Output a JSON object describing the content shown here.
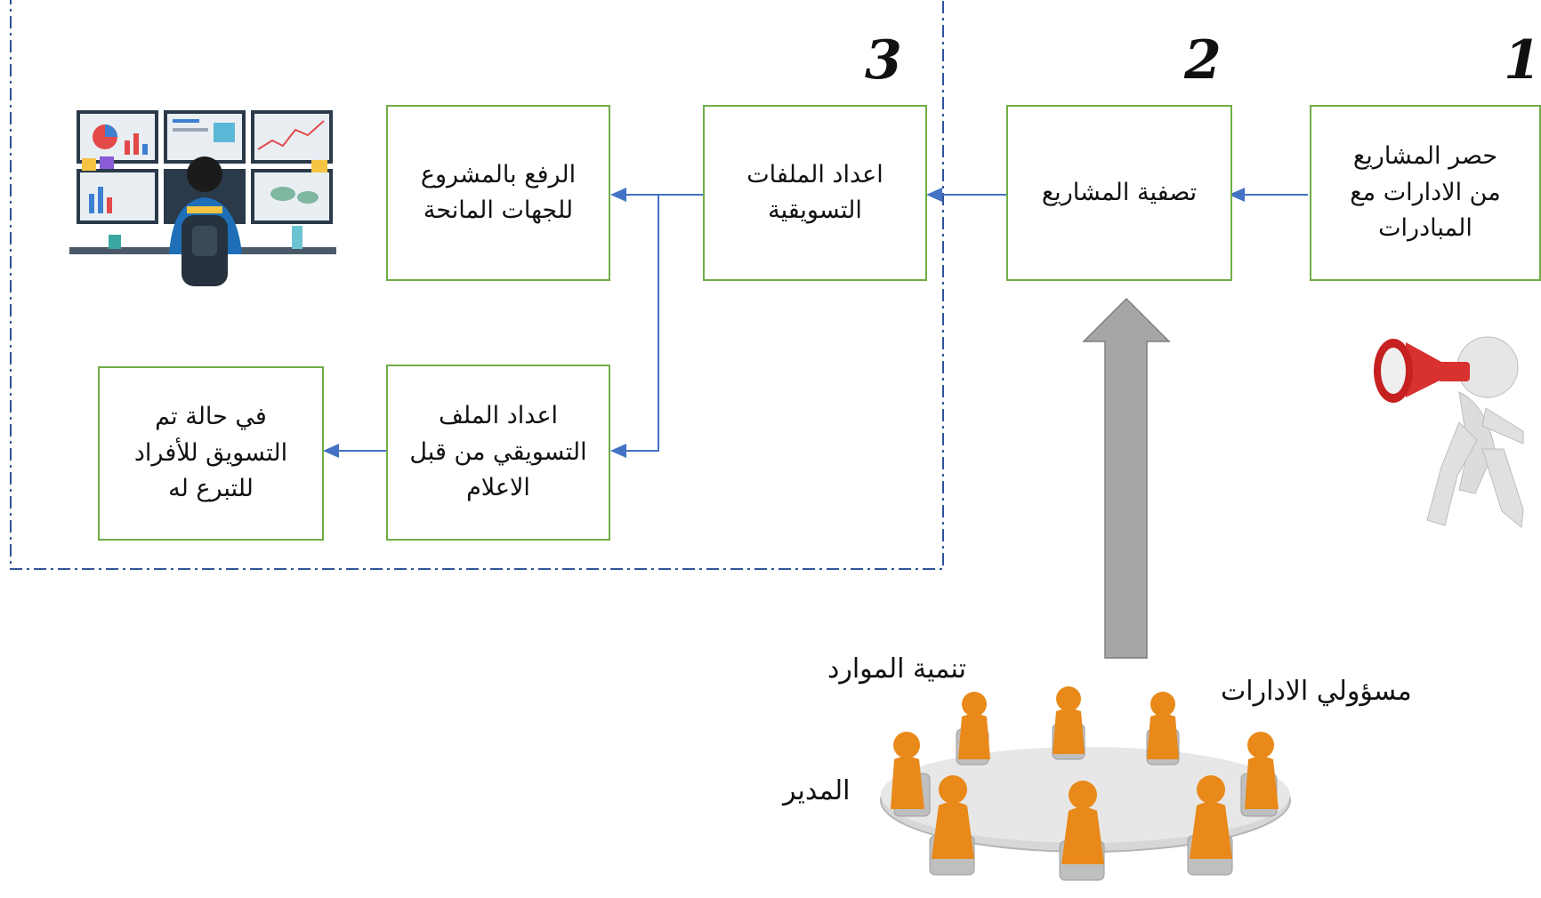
{
  "steps": [
    {
      "number": "1",
      "box_text": "حصر المشاريع\nمن الادارات مع\nالمبادرات"
    },
    {
      "number": "2",
      "box_text": "تصفية المشاريع"
    },
    {
      "number": "3",
      "box_text": "اعداد الملفات\nالتسويقية"
    }
  ],
  "phase3": {
    "grantors_box": "الرفع بالمشروع\nللجهات المانحة",
    "media_box": "اعداد الملف\nالتسويقي من قبل\nالاعلام",
    "individuals_box": "في حالة تم\nالتسويق للأفراد\nللتبرع له"
  },
  "meeting_labels": {
    "resources": "تنمية الموارد",
    "managers": "مسؤولي الادارات",
    "director": "المدير"
  },
  "illustrations": {
    "monitors": "trader-at-monitors-illustration",
    "megaphone": "figure-with-megaphone-illustration",
    "meeting": "meeting-table-illustration",
    "up_arrow": "gray-up-arrow"
  },
  "colors": {
    "box_border": "#70ad47",
    "connector": "#4472c4",
    "dash_border": "#2f5597",
    "arrow_fill": "#a6a6a6",
    "figure_orange": "#e8891a"
  }
}
